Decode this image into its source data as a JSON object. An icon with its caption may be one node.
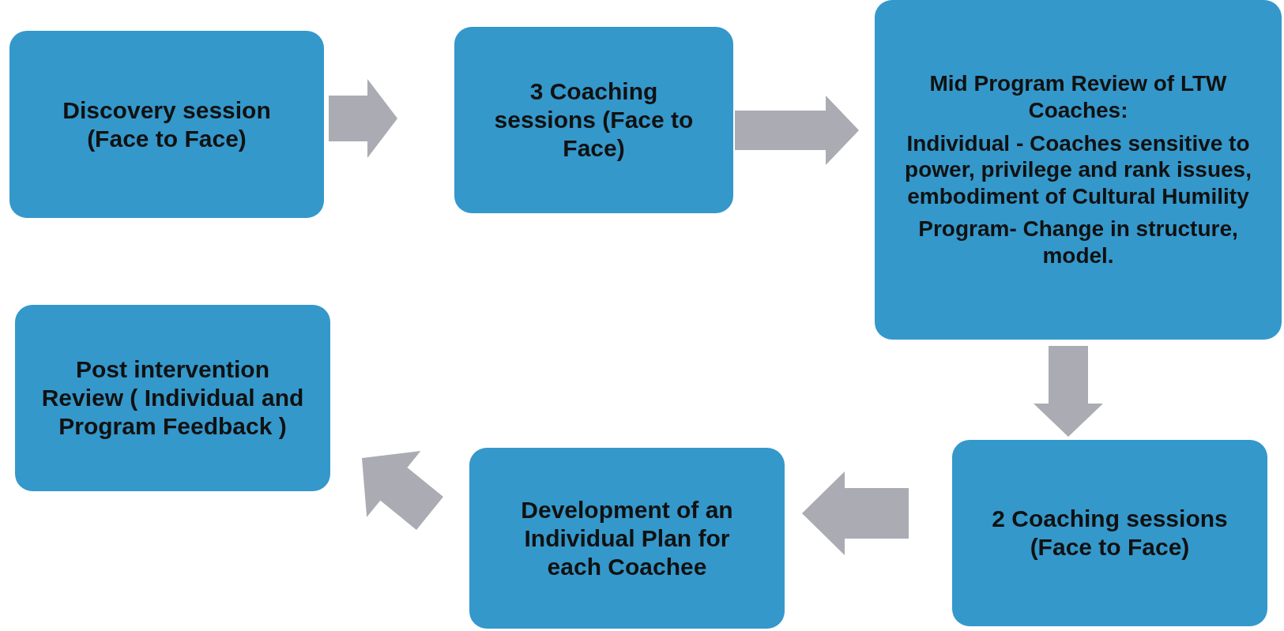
{
  "diagram": {
    "nodes": [
      {
        "text": [
          "Discovery session (Face to Face)"
        ]
      },
      {
        "text": [
          "3 Coaching sessions (Face to Face)"
        ]
      },
      {
        "text": [
          "Mid Program Review of LTW Coaches:",
          "Individual - Coaches sensitive to power, privilege and rank issues, embodiment of Cultural Humility",
          "Program- Change in structure, model."
        ]
      },
      {
        "text": [
          "2 Coaching sessions (Face to Face)"
        ]
      },
      {
        "text": [
          "Development of an Individual Plan for each Coachee"
        ]
      },
      {
        "text": [
          "Post intervention Review ( Individual and Program Feedback )"
        ]
      }
    ],
    "edges": [
      {
        "from": 0,
        "to": 1,
        "arrow": "to"
      },
      {
        "from": 1,
        "to": 2,
        "arrow": "to"
      },
      {
        "from": 2,
        "to": 3,
        "arrow": "to"
      },
      {
        "from": 3,
        "to": 4,
        "arrow": "to"
      },
      {
        "from": 4,
        "to": 5,
        "arrow": "to"
      }
    ]
  }
}
